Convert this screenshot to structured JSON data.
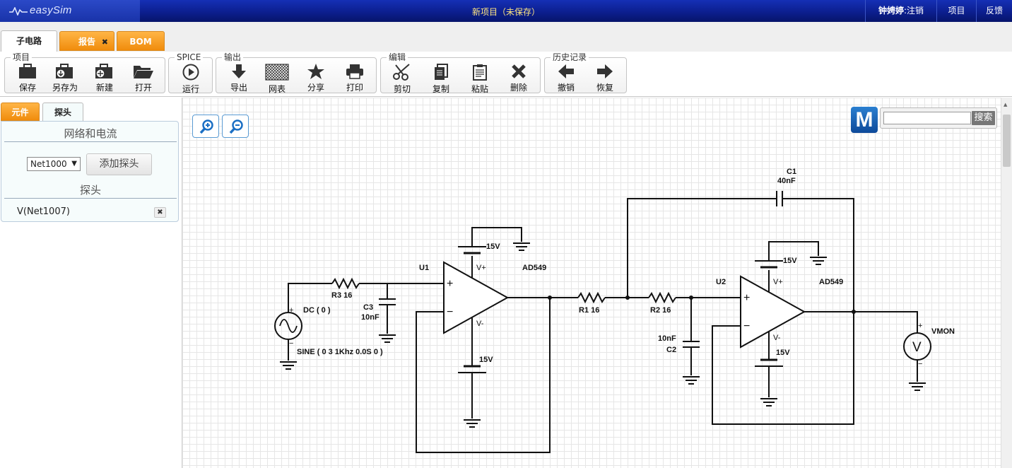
{
  "app": {
    "logo_text": "easySim",
    "project_title": "新项目（未保存）"
  },
  "header": {
    "user_name": "钟娉婷",
    "logout": ":注销",
    "project": "项目",
    "feedback": "反馈"
  },
  "tabs": {
    "subcircuit": "子电路",
    "report": "报告",
    "report_close": "✖",
    "bom": "BOM"
  },
  "toolbar": {
    "groups": {
      "project": "项目",
      "spice": "SPICE",
      "output": "输出",
      "edit": "编辑",
      "history": "历史记录"
    },
    "buttons": {
      "save": "保存",
      "save_as": "另存为",
      "new": "新建",
      "open": "打开",
      "run": "运行",
      "export": "导出",
      "netlist": "网表",
      "share": "分享",
      "print": "打印",
      "cut": "剪切",
      "copy": "复制",
      "paste": "粘贴",
      "delete": "删除",
      "undo": "撤销",
      "redo": "恢复"
    }
  },
  "left_panel": {
    "tabs": {
      "parts": "元件",
      "probe": "探头"
    },
    "nets_heading": "网络和电流",
    "net_selected": "Net1000",
    "add_probe": "添加探头",
    "probes_heading": "探头",
    "probes": [
      "V(Net1007)"
    ]
  },
  "canvas": {
    "search_button": "搜索",
    "search_value": "",
    "m_logo": "M"
  },
  "schematic": {
    "labels": {
      "u1": "U1",
      "ad549_1": "AD549",
      "u1_vplus": "V+",
      "u1_vminus": "V-",
      "u1_top_supply": "15V",
      "u1_bot_supply": "15V",
      "r3": "R3 16",
      "c3_name": "C3",
      "c3_value": "10nF",
      "dc": "DC ( 0 )",
      "sine": "SINE ( 0 3 1Khz 0.0S 0 )",
      "r1": "R1 16",
      "r2": "R2 16",
      "c1_name": "C1",
      "c1_value": "40nF",
      "c2_value": "10nF",
      "c2_name": "C2",
      "u2": "U2",
      "ad549_2": "AD549",
      "u2_vplus": "V+",
      "u2_vminus": "V-",
      "u2_top_supply": "15V",
      "u2_bot_supply": "15V",
      "vmon": "VMON",
      "vmeter": "V"
    }
  }
}
